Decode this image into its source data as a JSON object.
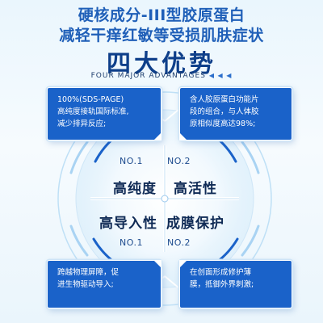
{
  "header": {
    "line1": "硬核成分-III型胶原蛋白",
    "line2": "减轻干痒红敏等受损肌肤症状",
    "title": "四大优势",
    "subtitle": "FOUR MAJOR ADVANTAGES",
    "subtitle_arrows": "◀ ◀ ◀"
  },
  "cards": {
    "top_left": {
      "line1": "100%(SDS-PAGE)",
      "line2": "高纯度接轨国际标准,",
      "line3": "减少排异反应;"
    },
    "top_right": {
      "line1": "含人胶原蛋白功能片",
      "line2": "段的组合，与人体胶",
      "line3": "原相似度高达98%;"
    },
    "bottom_left": {
      "line1": "跨越物理屏障，促",
      "line2": "进生物驱动导入;"
    },
    "bottom_right": {
      "line1": "在创面形成修护薄",
      "line2": "膜，抵御外界刺激;"
    }
  },
  "quadrants": {
    "top_left": {
      "label": "高纯度",
      "number": "NO.1"
    },
    "top_right": {
      "label": "高活性",
      "number": "NO.2"
    },
    "bottom_left": {
      "label": "高导入性",
      "number": "NO.1"
    },
    "bottom_right": {
      "label": "成膜保护",
      "number": "NO.2"
    }
  },
  "colors": {
    "primary_blue": "#1a62c9",
    "title_dark_blue": "#0e3f8a",
    "header_blue": "#1f5fb8",
    "background": "#eaf6fd"
  }
}
